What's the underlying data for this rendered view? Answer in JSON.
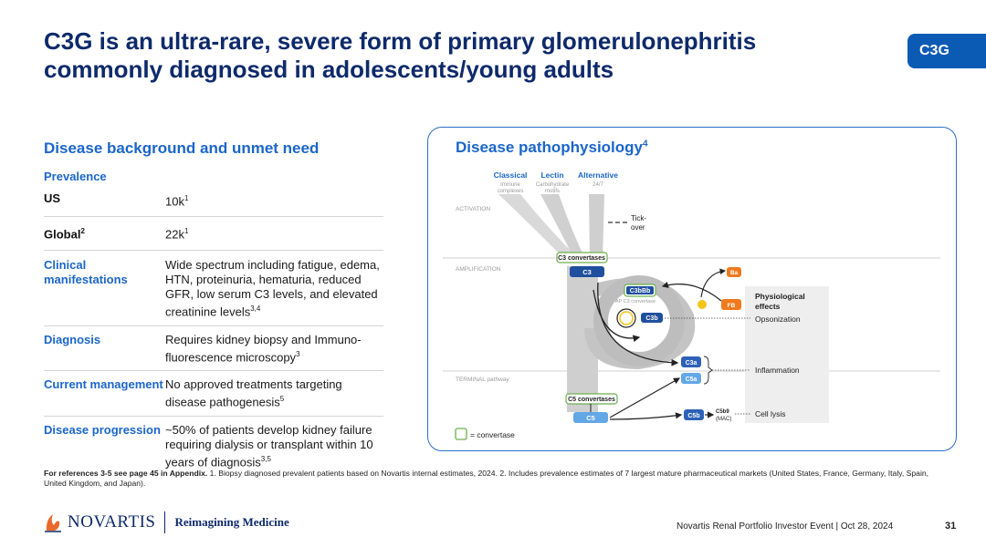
{
  "title": "C3G is an ultra-rare, severe form of primary glomerulonephritis commonly diagnosed in adolescents/young adults",
  "tag": "C3G",
  "left": {
    "heading": "Disease background and unmet need",
    "prevalence_label": "Prevalence",
    "us_label": "US",
    "us_value": "10k",
    "us_sup": "1",
    "global_label": "Global",
    "global_label_sup": "2",
    "global_value": "22k",
    "global_sup": "1",
    "clinical_label": "Clinical manifestations",
    "clinical_value": "Wide spectrum including fatigue, edema, HTN, proteinuria, hematuria, reduced GFR, low serum C3 levels, and elevated creatinine levels",
    "clinical_sup": "3,4",
    "diagnosis_label": "Diagnosis",
    "diagnosis_value": "Requires kidney biopsy and Immuno-fluorescence microscopy",
    "diagnosis_sup": "3",
    "management_label": "Current management",
    "management_value": "No approved treatments targeting disease pathogenesis",
    "management_sup": "5",
    "progression_label": "Disease progression",
    "progression_value": "~50% of patients develop kidney failure requiring dialysis or transplant within 10 years of diagnosis",
    "progression_sup": "3,5"
  },
  "panel": {
    "heading": "Disease pathophysiology",
    "heading_sup": "4",
    "pathways": [
      {
        "name": "Classical",
        "sub1": "Immune",
        "sub2": "complexes"
      },
      {
        "name": "Lectin",
        "sub1": "Carbohydrate",
        "sub2": "motifs"
      },
      {
        "name": "Alternative",
        "sub1": "24/7",
        "sub2": ""
      }
    ],
    "activation": "ACTIVATION",
    "amplification": "AMPLIFICATION",
    "terminal": "TERMINAL pathway",
    "tickover1": "Tick-",
    "tickover2": "over",
    "c3_convertases": "C3 convertases",
    "c3": "C3",
    "c3bbb": "C3bBb",
    "ap_convertase": "AP C3 convertase",
    "c3b": "C3b",
    "ba": "Ba",
    "fb": "FB",
    "c3a": "C3a",
    "c5a": "C5a",
    "c5_convertases": "C5 convertases",
    "c5": "C5",
    "c5b": "C5b",
    "c5b9": "C5b9",
    "mac": "(MAC)",
    "effects_title1": "Physiological",
    "effects_title2": "effects",
    "opsonization": "Opsonization",
    "inflammation": "Inflammation",
    "cell_lysis": "Cell lysis",
    "legend": "= convertase",
    "colors": {
      "dark_blue": "#1f4f9e",
      "mid_blue": "#3a7fd0",
      "light_blue": "#62a7e6",
      "orange": "#f07a1e",
      "green": "#6ab04c"
    }
  },
  "footnote": {
    "bold": "For references 3-5 see page 45 in Appendix.",
    "text": "1. Biopsy diagnosed prevalent patients based on Novartis internal estimates, 2024.     2. Includes prevalence estimates of 7 largest mature pharmaceutical markets (United States, France, Germany, Italy, Spain, United Kingdom, and Japan)."
  },
  "logo": {
    "brand": "NOVARTIS",
    "tagline": "Reimagining Medicine"
  },
  "event": "Novartis Renal Portfolio Investor Event  | Oct 28, 2024",
  "page_number": "31"
}
